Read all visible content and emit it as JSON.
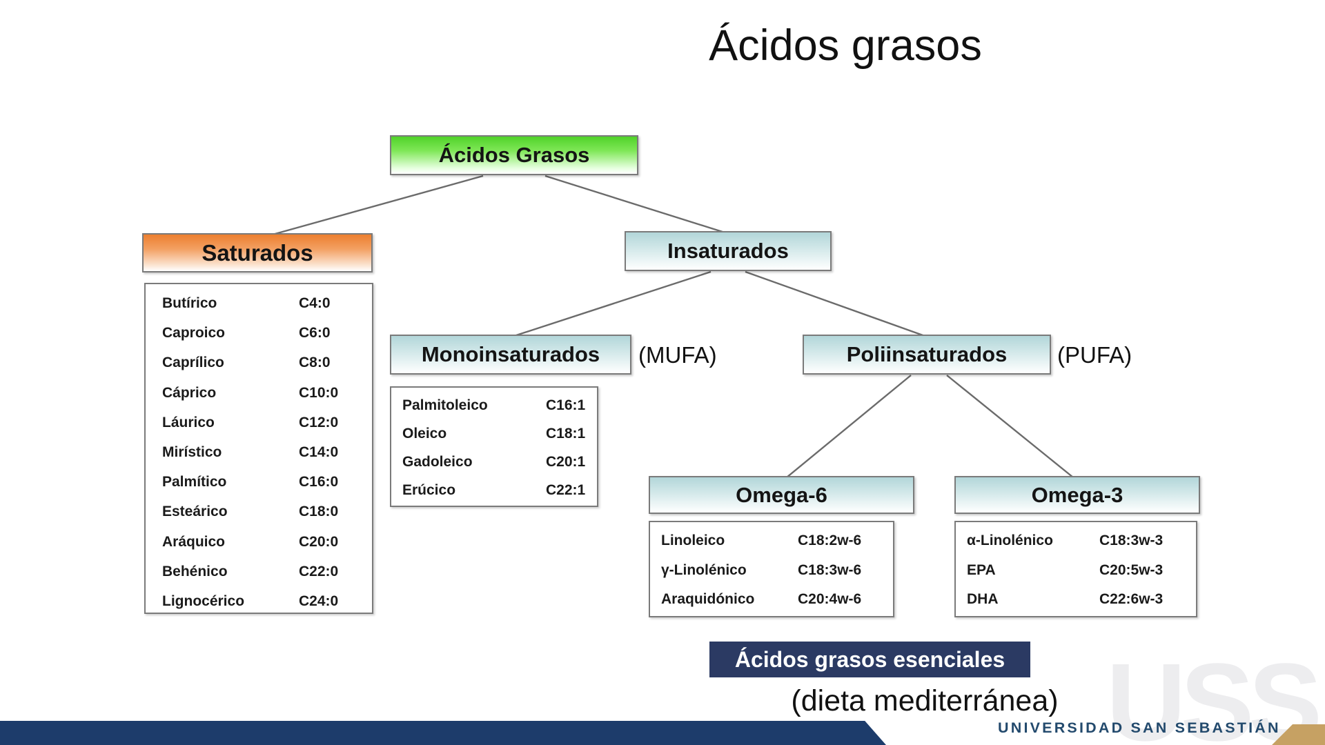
{
  "title": "Ácidos grasos",
  "tree": {
    "root": {
      "label": "Ácidos Grasos"
    },
    "saturated": {
      "label": "Saturados",
      "items": [
        {
          "name": "Butírico",
          "value": "C4:0"
        },
        {
          "name": "Caproico",
          "value": "C6:0"
        },
        {
          "name": "Caprílico",
          "value": "C8:0"
        },
        {
          "name": "Cáprico",
          "value": "C10:0"
        },
        {
          "name": "Láurico",
          "value": "C12:0"
        },
        {
          "name": "Mirístico",
          "value": "C14:0"
        },
        {
          "name": "Palmítico",
          "value": "C16:0"
        },
        {
          "name": "Esteárico",
          "value": "C18:0"
        },
        {
          "name": "Aráquico",
          "value": "C20:0"
        },
        {
          "name": "Behénico",
          "value": "C22:0"
        },
        {
          "name": "Lignocérico",
          "value": "C24:0"
        }
      ]
    },
    "unsaturated": {
      "label": "Insaturados"
    },
    "monounsaturated": {
      "label": "Monoinsaturados",
      "tag": "(MUFA)",
      "items": [
        {
          "name": "Palmitoleico",
          "value": "C16:1"
        },
        {
          "name": "Oleico",
          "value": "C18:1"
        },
        {
          "name": "Gadoleico",
          "value": "C20:1"
        },
        {
          "name": "Erúcico",
          "value": "C22:1"
        }
      ]
    },
    "polyunsaturated": {
      "label": "Poliinsaturados",
      "tag": "(PUFA)"
    },
    "omega6": {
      "label": "Omega-6",
      "items": [
        {
          "name": "Linoleico",
          "value": "C18:2w-6"
        },
        {
          "name": "γ-Linolénico",
          "value": "C18:3w-6"
        },
        {
          "name": "Araquidónico",
          "value": "C20:4w-6"
        }
      ]
    },
    "omega3": {
      "label": "Omega-3",
      "items": [
        {
          "name": "α-Linolénico",
          "value": "C18:3w-3"
        },
        {
          "name": "EPA",
          "value": "C20:5w-3"
        },
        {
          "name": "DHA",
          "value": "C22:6w-3"
        }
      ]
    }
  },
  "banner": {
    "label": "Ácidos grasos esenciales"
  },
  "note": "(dieta mediterránea)",
  "footer": {
    "brand": "UNIVERSIDAD SAN SEBASTIÁN",
    "watermark": "USS"
  },
  "colors": {
    "green": "#50d229",
    "orange": "#ec7f2f",
    "blue": "#b2d6d9",
    "banner-navy": "#2b3a63",
    "footer-navy": "#1d3c6b",
    "gold": "#c6a163",
    "line": "#6b6b6b"
  }
}
